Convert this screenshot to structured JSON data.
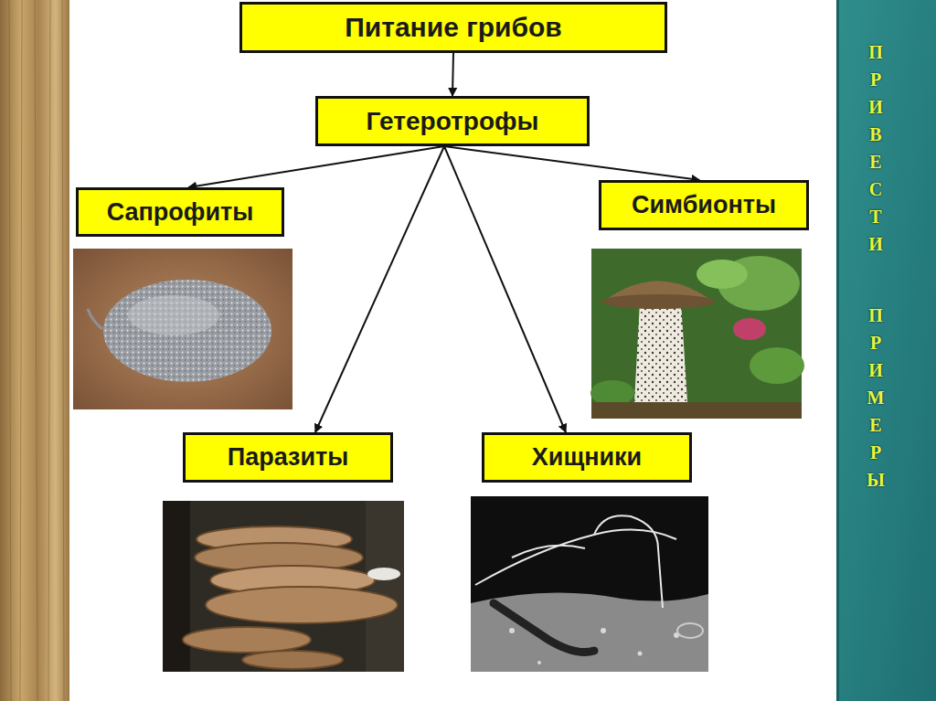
{
  "diagram": {
    "nodes": [
      {
        "text": [
          "Питание грибов"
        ]
      },
      {
        "text": [
          "Гетеротрофы"
        ]
      },
      {
        "text": [
          "Сапрофиты"
        ]
      },
      {
        "text": [
          "Симбионты"
        ]
      },
      {
        "text": [
          "Паразиты"
        ]
      },
      {
        "text": [
          "Хищники"
        ]
      }
    ],
    "edges": [
      {
        "from": 0,
        "to": 1,
        "arrow": "to"
      },
      {
        "from": 1,
        "to": 2,
        "arrow": "to"
      },
      {
        "from": 1,
        "to": 3,
        "arrow": "to"
      },
      {
        "from": 1,
        "to": 4,
        "arrow": "to"
      },
      {
        "from": 1,
        "to": 5,
        "arrow": "to"
      }
    ],
    "labels": [
      "ПРИВЕСТИ",
      "ПРИМЕРЫ"
    ]
  }
}
